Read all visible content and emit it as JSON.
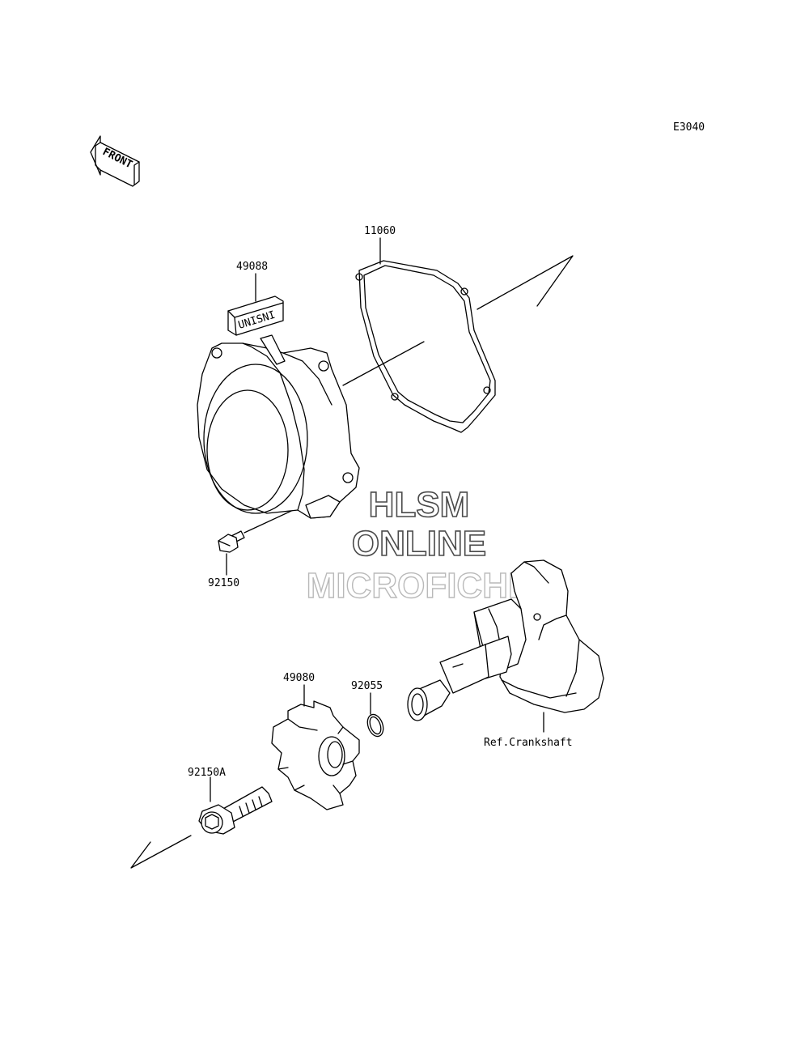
{
  "diagram_code": "E3040",
  "front_label": "FRONT",
  "recoil_handle_text": "UNISNI",
  "parts": [
    {
      "id": "recoil-starter",
      "number": "49088"
    },
    {
      "id": "gasket",
      "number": "11060"
    },
    {
      "id": "bolt",
      "number": "92150"
    },
    {
      "id": "pulley",
      "number": "49080"
    },
    {
      "id": "o-ring",
      "number": "92055"
    },
    {
      "id": "flange-bolt",
      "number": "92150A"
    }
  ],
  "reference": "Ref.Crankshaft",
  "watermark": [
    "HLSM",
    "ONLINE",
    "MICROFICHE"
  ],
  "colors": {
    "line": "#000000",
    "watermark_outline": "#4a4a4a",
    "watermark_light": "#b9b9b9"
  }
}
